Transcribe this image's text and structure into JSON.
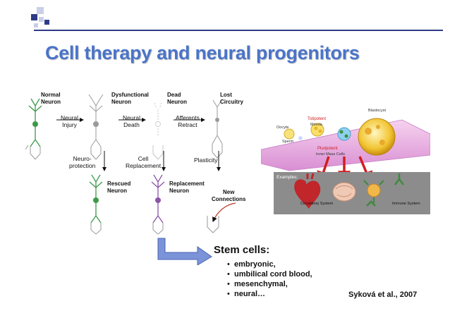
{
  "slide": {
    "title": "Cell therapy and neural progenitors",
    "accent_color": "#4a74c9",
    "line_color": "#2f3a86"
  },
  "neuron_figure": {
    "labels": {
      "normal": "Normal\nNeuron",
      "dysfunctional": "Dysfunctional\nNeuron",
      "dead": "Dead\nNeuron",
      "lost": "Lost\nCircuitry",
      "neural_injury": "Neural\nInjury",
      "neural_death": "Neural\nDeath",
      "afferents_retract": "Afferents\nRetract",
      "neuroprotection": "Neuro-\nprotection",
      "cell_replacement": "Cell\nReplacement",
      "plasticity": "Plasticity",
      "rescued": "Rescued\nNeuron",
      "replacement": "Replacement\nNeuron",
      "new_connections": "New\nConnections"
    }
  },
  "stem_figure": {
    "blastocyst": "Blastocyst",
    "totipotent": "Totipotent",
    "morula": "Morula",
    "oocyte": "Oocyte",
    "sperm": "Sperm",
    "pluripotent": "Pluripotent",
    "inner_mass": "Inner Mass Cells",
    "examples": "Examples:",
    "circulatory": "Circulatory System",
    "immune": "Immune System"
  },
  "stem_cells": {
    "heading": "Stem cells:",
    "items": [
      "embryonic,",
      "umbilical cord blood,",
      "mesenchymal,",
      "neural…"
    ]
  },
  "citation": "Syková et al., 2007"
}
